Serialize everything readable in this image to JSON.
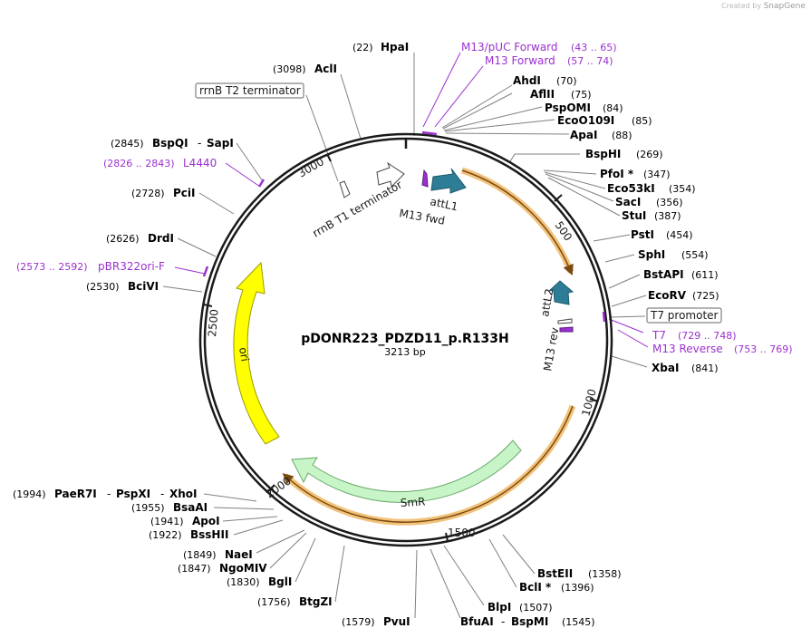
{
  "watermark": {
    "prefix": "Created by",
    "brand": "SnapGene"
  },
  "plasmid": {
    "name": "pDONR223_PDZD11_p.R133H",
    "length": "3213 bp"
  },
  "ticks": [
    "500",
    "1000",
    "1500",
    "2000",
    "2500",
    "3000"
  ],
  "features": {
    "rrnb_t2": "rrnB T2 terminator",
    "rrnb_t1": "rrnB T1 terminator",
    "attl1": "attL1",
    "m13_fwd": "M13 fwd",
    "attl2": "attL2",
    "m13_rev": "M13 rev",
    "t7_promoter": "T7 promoter",
    "smr": "SmR",
    "ori": "ori"
  },
  "sites_right": [
    {
      "name": "AhdI",
      "pos": "(70)"
    },
    {
      "name": "AflII",
      "pos": "(75)"
    },
    {
      "name": "PspOMI",
      "pos": "(84)"
    },
    {
      "name": "EcoO109I",
      "pos": "(85)"
    },
    {
      "name": "ApaI",
      "pos": "(88)"
    },
    {
      "name": "BspHI",
      "pos": "(269)"
    },
    {
      "name": "PfoI *",
      "pos": "(347)"
    },
    {
      "name": "Eco53kI",
      "pos": "(354)"
    },
    {
      "name": "SacI",
      "pos": "(356)"
    },
    {
      "name": "StuI",
      "pos": "(387)"
    },
    {
      "name": "PstI",
      "pos": "(454)"
    },
    {
      "name": "SphI",
      "pos": "(554)"
    },
    {
      "name": "BstAPI",
      "pos": "(611)"
    },
    {
      "name": "EcoRV",
      "pos": "(725)"
    },
    {
      "name": "XbaI",
      "pos": "(841)"
    }
  ],
  "primers_right": [
    {
      "name": "M13/pUC Forward",
      "range": "(43 .. 65)"
    },
    {
      "name": "M13 Forward",
      "range": "(57 .. 74)"
    },
    {
      "name": "T7",
      "range": "(729 .. 748)"
    },
    {
      "name": "M13 Reverse",
      "range": "(753 .. 769)"
    }
  ],
  "sites_top": [
    {
      "name": "HpaI",
      "pos": "(22)"
    },
    {
      "name": "AclI",
      "pos": "(3098)"
    }
  ],
  "sites_left": [
    {
      "name": "BspQI",
      "name2": "SapI",
      "pos": "(2845)"
    },
    {
      "name": "PciI",
      "pos": "(2728)"
    },
    {
      "name": "DrdI",
      "pos": "(2626)"
    },
    {
      "name": "BciVI",
      "pos": "(2530)"
    }
  ],
  "primers_left": [
    {
      "name": "L4440",
      "range": "(2826 .. 2843)"
    },
    {
      "name": "pBR322ori-F",
      "range": "(2573 .. 2592)"
    }
  ],
  "sites_bottom_left": [
    {
      "name": "PaeR7I",
      "name2": "PspXI",
      "name3": "XhoI",
      "pos": "(1994)"
    },
    {
      "name": "BsaAI",
      "pos": "(1955)"
    },
    {
      "name": "ApoI",
      "pos": "(1941)"
    },
    {
      "name": "BssHII",
      "pos": "(1922)"
    },
    {
      "name": "NaeI",
      "pos": "(1849)"
    },
    {
      "name": "NgoMIV",
      "pos": "(1847)"
    },
    {
      "name": "BglI",
      "pos": "(1830)"
    },
    {
      "name": "BtgZI",
      "pos": "(1756)"
    },
    {
      "name": "PvuI",
      "pos": "(1579)"
    }
  ],
  "sites_bottom_right": [
    {
      "name": "BstEII",
      "pos": "(1358)"
    },
    {
      "name": "BclI *",
      "pos": "(1396)"
    },
    {
      "name": "BlpI",
      "pos": "(1507)"
    },
    {
      "name": "BfuAI",
      "name2": "BspMI",
      "pos": "(1545)"
    }
  ],
  "colors": {
    "backbone": "#1a1a1a",
    "primer": "#9b30d0",
    "att": "#2e7d96",
    "orf_highlight": "#f2c27a",
    "orf_line": "#7a4a12",
    "ori": "#ffff00",
    "smr": "#c8f5c8",
    "label_line": "#808080"
  }
}
